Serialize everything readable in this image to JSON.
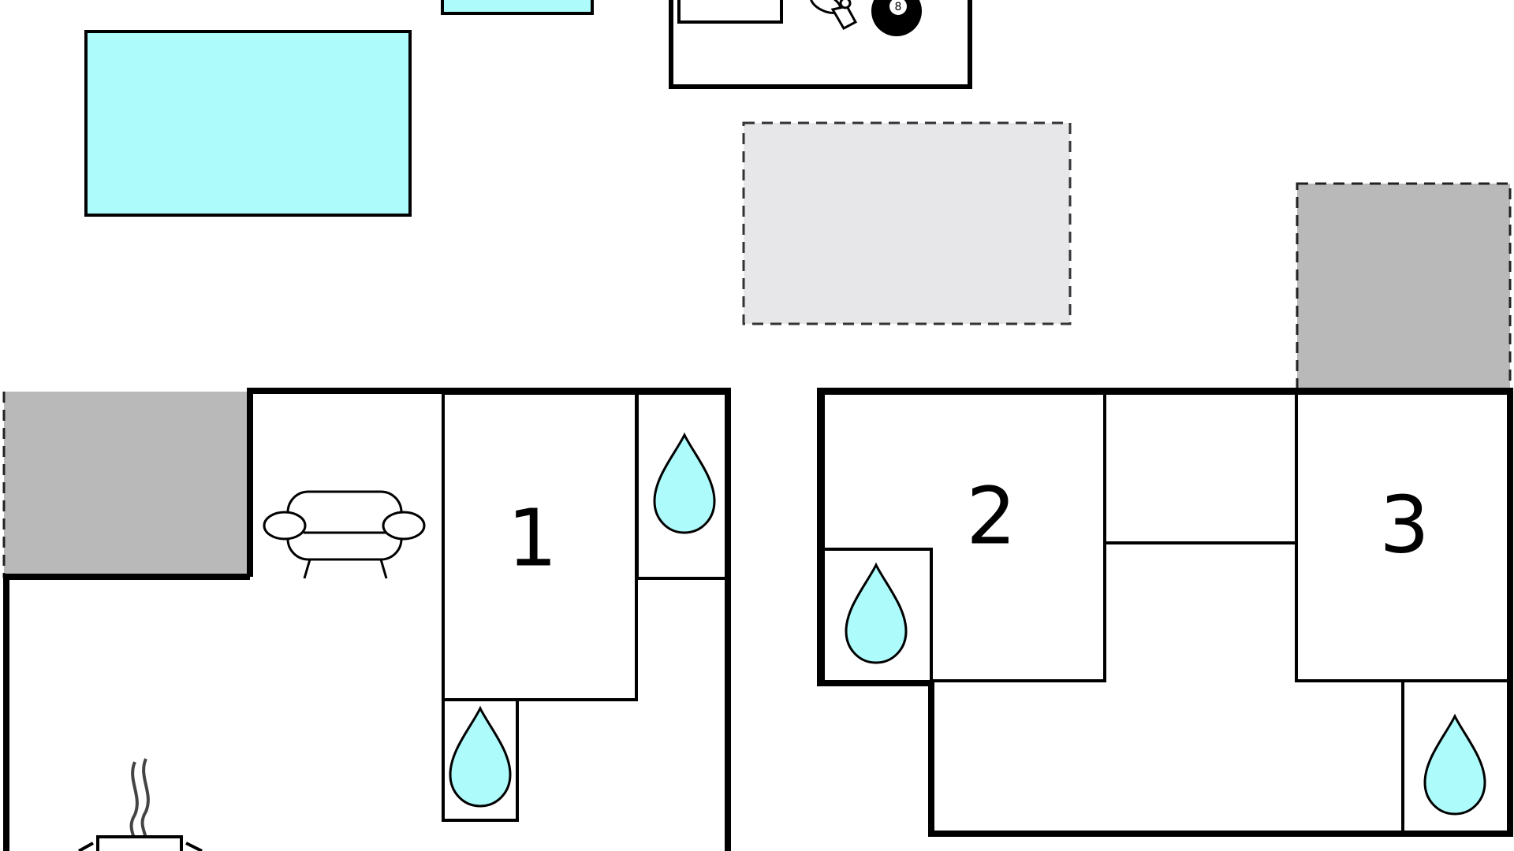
{
  "colors": {
    "background": "#ffffff",
    "wall": "#000000",
    "water": "#aefbfb",
    "terrace": "#b9b9b9",
    "parking": "#e7e7ea"
  },
  "rooms": [
    {
      "number": "1",
      "label": "bedroom-1"
    },
    {
      "number": "2",
      "label": "bedroom-2"
    },
    {
      "number": "3",
      "label": "bedroom-3"
    }
  ],
  "icons": {
    "sofa": "sofa-icon",
    "water_drop": "water-drop-icon",
    "billiard_ball": "billiard-ball-icon",
    "table_tennis": "table-tennis-icon",
    "kitchen": "kitchen-steam-icon"
  }
}
